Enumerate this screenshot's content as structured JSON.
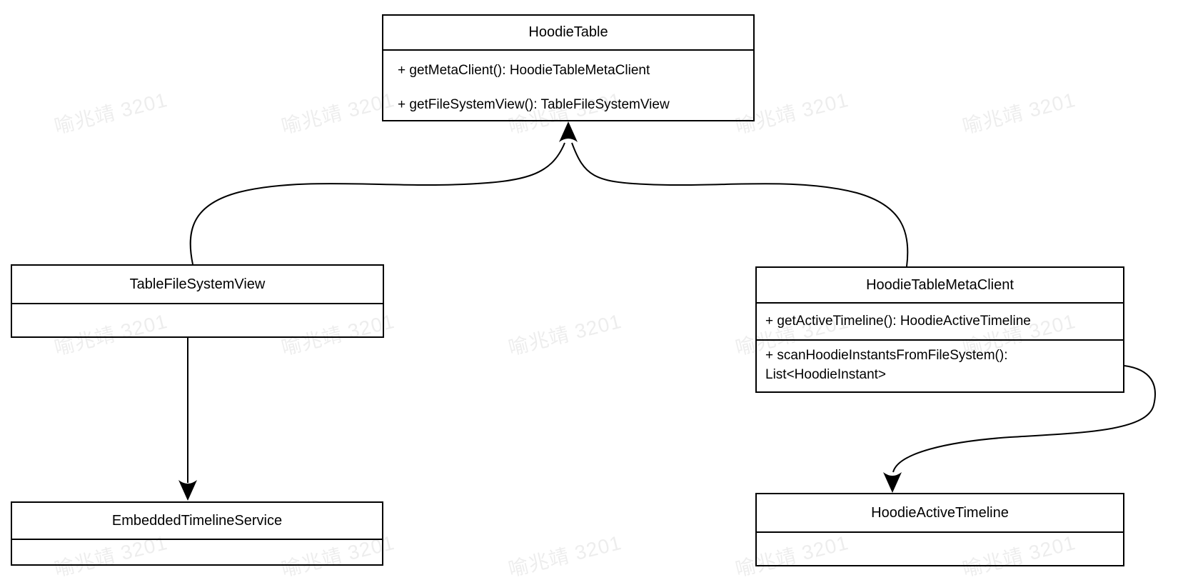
{
  "diagram": {
    "background": "#ffffff",
    "line_color": "#000000",
    "box_fill": "#ffffff",
    "classes": [
      {
        "title": "HoodieTable",
        "methods": [
          "+ getMetaClient(): HoodieTableMetaClient",
          "+ getFileSystemView(): TableFileSystemView"
        ]
      },
      {
        "title": "TableFileSystemView",
        "methods": []
      },
      {
        "title": "HoodieTableMetaClient",
        "methods": [
          "+ getActiveTimeline(): HoodieActiveTimeline",
          "+ scanHoodieInstantsFromFileSystem(): List<HoodieInstant>"
        ]
      },
      {
        "title": "EmbeddedTimelineService",
        "methods": []
      },
      {
        "title": "HoodieActiveTimeline",
        "methods": []
      }
    ],
    "relations": [
      {
        "from": "TableFileSystemView",
        "to": "HoodieTable"
      },
      {
        "from": "HoodieTableMetaClient",
        "to": "HoodieTable"
      },
      {
        "from": "TableFileSystemView",
        "to": "EmbeddedTimelineService"
      },
      {
        "from": "HoodieTableMetaClient",
        "to": "HoodieActiveTimeline"
      }
    ],
    "watermark": {
      "text": "喻兆靖 3201",
      "color": "rgba(0,0,0,0.07)"
    }
  }
}
